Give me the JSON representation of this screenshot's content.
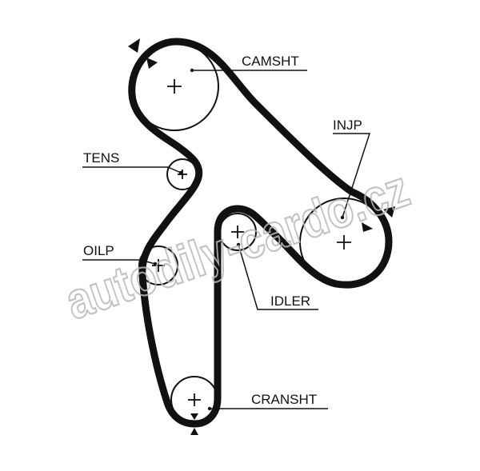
{
  "diagram": {
    "labels": {
      "camshaft": "CAMSHT",
      "injection_pump": "INJP",
      "tensioner": "TENS",
      "oil_pump": "OILP",
      "idler": "IDLER",
      "crankshaft": "CRANSHT"
    },
    "watermark": "autodily-cardo.cz",
    "colors": {
      "belt": "#111111",
      "pulley_outline": "#111111",
      "watermark": "#b8b8b8",
      "background": "#ffffff"
    }
  }
}
